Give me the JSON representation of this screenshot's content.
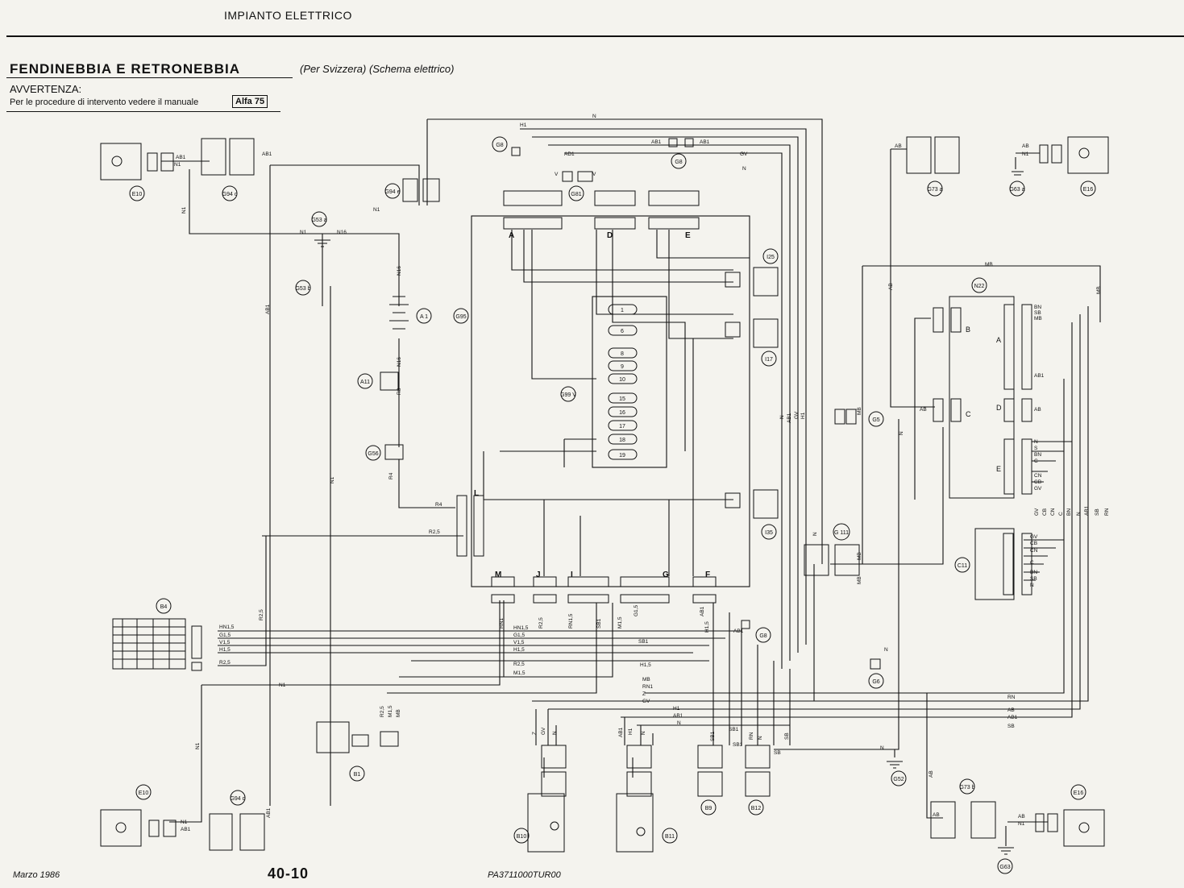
{
  "header": {
    "section_title": "IMPIANTO ELETTRICO",
    "title": "FENDINEBBIA E RETRONEBBIA",
    "subtitle": "(Per Svizzera) (Schema elettrico)",
    "warning_label": "AVVERTENZA:",
    "warning_text": "Per le procedure di intervento vedere il manuale",
    "manual_badge": "Alfa 75"
  },
  "components": {
    "E10_top": "E10",
    "E10_bottom": "E10",
    "E16_top": "E16",
    "E16_bottom": "E16",
    "G94c": "G94 c",
    "G94e": "G94 e",
    "G94d": "G94 d",
    "G53a": "G53 a",
    "G53b": "G53 b",
    "G8_a": "G8",
    "G8_b": "G8",
    "G8_c": "G8",
    "G81": "G81",
    "G95": "G95",
    "G99": "G99 V",
    "A1": "A 1",
    "A11": "A11",
    "G56": "G56",
    "I25": "I25",
    "I17": "I17",
    "I35": "I35",
    "G73a": "G73 a",
    "G73b": "G73 b",
    "G63a": "G63 a",
    "G63": "G63",
    "N22": "N22",
    "G5": "G5",
    "G111": "G 111",
    "G6": "G6",
    "C11": "C11",
    "B4": "B4",
    "B1": "B1",
    "B10": "B10",
    "B11": "B11",
    "B9": "B9",
    "B12": "B12",
    "G52": "G52"
  },
  "connector_letters": [
    "A",
    "D",
    "E",
    "L",
    "M",
    "J",
    "I",
    "G",
    "F"
  ],
  "n22_letters": [
    "B",
    "A",
    "C",
    "D",
    "E"
  ],
  "fuses": [
    "1",
    "6",
    "8",
    "9",
    "10",
    "15",
    "16",
    "17",
    "18",
    "19"
  ],
  "wires": {
    "N": "N",
    "N1": "N1",
    "N16": "N16",
    "H1": "H1",
    "AB1": "AB1",
    "AB": "AB",
    "AD1": "AD1",
    "V": "V",
    "GV": "GV",
    "R8": "R8",
    "R4": "R4",
    "R25": "R2,5",
    "MB": "MB",
    "RN": "RN",
    "RN1": "RN1",
    "SB": "SB",
    "SB1": "SB1",
    "M15": "M1,5",
    "H15": "H1,5",
    "G15": "G1,5",
    "V15": "V1,5",
    "HN15": "HN1,5",
    "RN15": "RN1,5",
    "BN": "BN",
    "CN": "CN",
    "CB": "CB",
    "C": "C",
    "S": "S",
    "Z": "Z"
  },
  "footer": {
    "date": "Marzo 1986",
    "page": "40-10",
    "code": "PA3711000TUR00"
  }
}
